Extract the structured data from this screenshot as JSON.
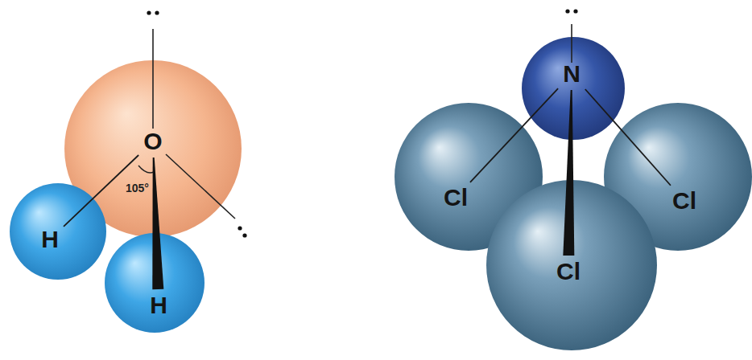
{
  "diagram": {
    "nodes": [
      {
        "text": [
          "O"
        ]
      },
      {
        "text": [
          "H"
        ]
      },
      {
        "text": [
          "H"
        ]
      },
      {
        "text": [
          "N"
        ]
      },
      {
        "text": [
          "Cl"
        ]
      },
      {
        "text": [
          "Cl"
        ]
      },
      {
        "text": [
          "Cl"
        ]
      }
    ],
    "edges": [
      {
        "from": 0,
        "to": 1,
        "arrow": "none"
      },
      {
        "from": 0,
        "to": 2,
        "arrow": "none"
      },
      {
        "from": 3,
        "to": 4,
        "arrow": "none"
      },
      {
        "from": 3,
        "to": 5,
        "arrow": "none"
      },
      {
        "from": 3,
        "to": 6,
        "arrow": "none"
      }
    ],
    "labels": [
      "105°"
    ]
  }
}
